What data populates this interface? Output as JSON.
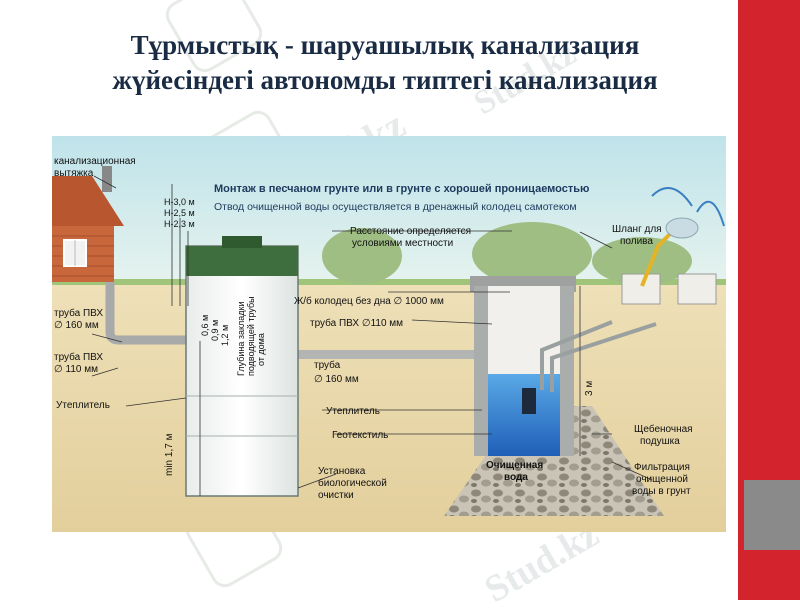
{
  "slide": {
    "title_line1": "Тұрмыстық - шаруашылық канализация",
    "title_line2": "жүйесіндегі автономды типтегі канализация",
    "watermark": "Stud.kz",
    "colors": {
      "accent_red": "#d3232c",
      "accent_gray": "#8a8a8a",
      "title": "#1a2b44"
    }
  },
  "diagram": {
    "vent_label_1": "канализационная",
    "vent_label_2": "вытяжка",
    "heading": "Монтаж  в песчаном грунте или в грунте с хорошей проницаемостью",
    "subheading": "Отвод очищенной воды осуществляется в дренажный колодец самотеком",
    "h30": "Н-3,0 м",
    "h25": "Н-2,5 м",
    "h23": "Н-2,3 м",
    "distance_1": "Расстояние определяется",
    "distance_2": "условиями местности",
    "hose_1": "Шланг для",
    "hose_2": "полива",
    "well_label": "Ж/б колодец без дна",
    "well_dia": "1000 мм",
    "pipe_pvc_label": "труба  ПВХ",
    "pipe_110": "110 мм",
    "pipe_left_160_a": "труба ПВХ",
    "pipe_left_160_b": "160 мм",
    "pipe_left_110_a": "труба ПВХ",
    "pipe_left_110_b": "110 мм",
    "pipe_160_a": "труба",
    "pipe_160_b": "160 мм",
    "dim_06": "0,6 м",
    "dim_09": "0,9 м",
    "dim_12": "1,2 м",
    "depth_1": "Глубина закладки",
    "depth_2": "подводящей трубы",
    "depth_3": "от дома",
    "min_17": "min 1,7 м",
    "insulation_left": "Утеплитель",
    "insulation_right": "Утеплитель",
    "geotextile": "Геотекстиль",
    "dim_3m": "3 м",
    "gravel_1": "Щебеночная",
    "gravel_2": "подушка",
    "clean_1": "Очищенная",
    "clean_2": "вода",
    "plant_1": "Установка",
    "plant_2": "биологической",
    "plant_3": "очистки",
    "filter_1": "Фильтрация",
    "filter_2": "очищенной",
    "filter_3": "воды в грунт"
  }
}
